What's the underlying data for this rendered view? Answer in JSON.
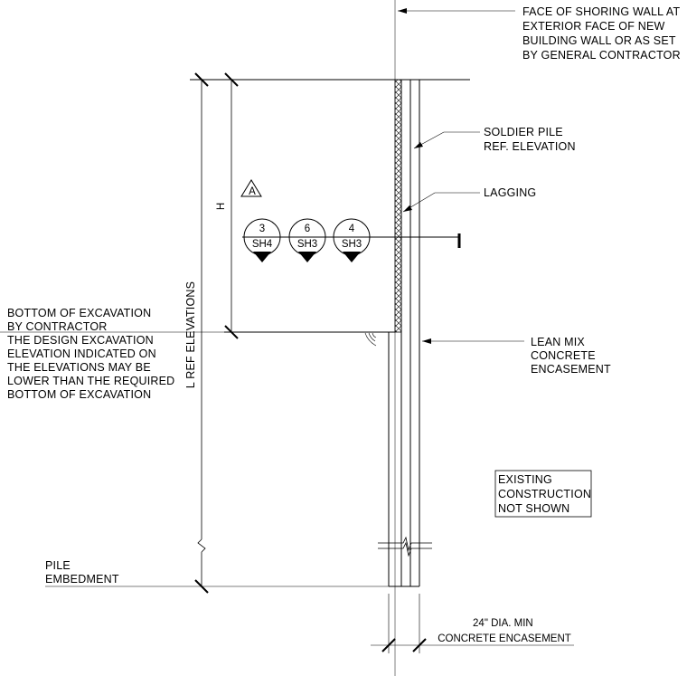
{
  "notes": {
    "face_of_shoring": [
      "FACE OF SHORING WALL AT",
      "EXTERIOR FACE OF NEW",
      "BUILDING WALL OR AS SET",
      "BY GENERAL CONTRACTOR"
    ],
    "soldier_pile": [
      "SOLDIER PILE",
      "REF. ELEVATION"
    ],
    "lagging": [
      "LAGGING"
    ],
    "bottom_of_excavation": [
      "BOTTOM OF EXCAVATION",
      "BY CONTRACTOR",
      "THE DESIGN EXCAVATION",
      "ELEVATION INDICATED ON",
      "THE ELEVATIONS MAY BE",
      "LOWER THAN THE REQUIRED",
      "BOTTOM OF EXCAVATION"
    ],
    "lean_mix": [
      "LEAN MIX",
      "CONCRETE",
      "ENCASEMENT"
    ],
    "existing_construction": [
      "EXISTING",
      "CONSTRUCTION",
      "NOT SHOWN"
    ],
    "pile_embedment": [
      "PILE",
      "EMBEDMENT"
    ],
    "encasement_dim": [
      "24\" DIA. MIN",
      "CONCRETE ENCASEMENT"
    ]
  },
  "dimensions": {
    "h_label": "H",
    "l_label": "L  REF ELEVATIONS"
  },
  "detail_marker": {
    "letter": "A"
  },
  "section_callouts": [
    {
      "number": "3",
      "sheet": "SH4"
    },
    {
      "number": "6",
      "sheet": "SH3"
    },
    {
      "number": "4",
      "sheet": "SH3"
    }
  ]
}
